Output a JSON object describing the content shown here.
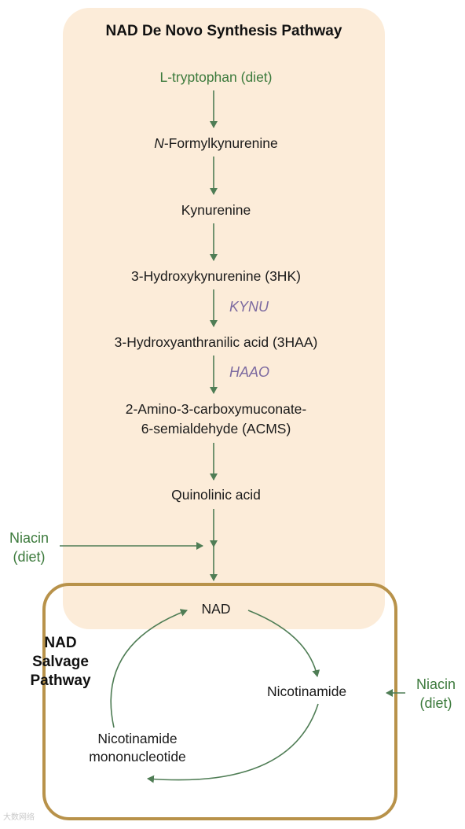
{
  "title": "NAD De Novo Synthesis Pathway",
  "de_novo": {
    "start": "L-tryptophan (diet)",
    "n_formyl_prefix": "N",
    "n_formyl_rest": "-Formylkynurenine",
    "kynurenine": "Kynurenine",
    "hk": "3-Hydroxykynurenine (3HK)",
    "enzyme1": "KYNU",
    "haa": "3-Hydroxyanthranilic acid (3HAA)",
    "enzyme2": "HAAO",
    "acms_line1": "2-Amino-3-carboxymuconate-",
    "acms_line2": "6-semialdehyde (ACMS)",
    "quinolinic": "Quinolinic acid"
  },
  "niacin_left": {
    "line1": "Niacin",
    "line2": "(diet)"
  },
  "salvage": {
    "label_line1": "NAD",
    "label_line2": "Salvage",
    "label_line3": "Pathway",
    "nad": "NAD",
    "nicotinamide": "Nicotinamide",
    "nmn_line1": "Nicotinamide",
    "nmn_line2": "mononucleotide"
  },
  "niacin_right": {
    "line1": "Niacin",
    "line2": "(diet)"
  },
  "watermark": "大数网络",
  "colors": {
    "arrow": "#4f7d55",
    "denovo_bg": "#fcecd9",
    "salvage_border": "#b8924a",
    "enzyme": "#7c6aa0",
    "diet_text": "#3c7a3c"
  }
}
